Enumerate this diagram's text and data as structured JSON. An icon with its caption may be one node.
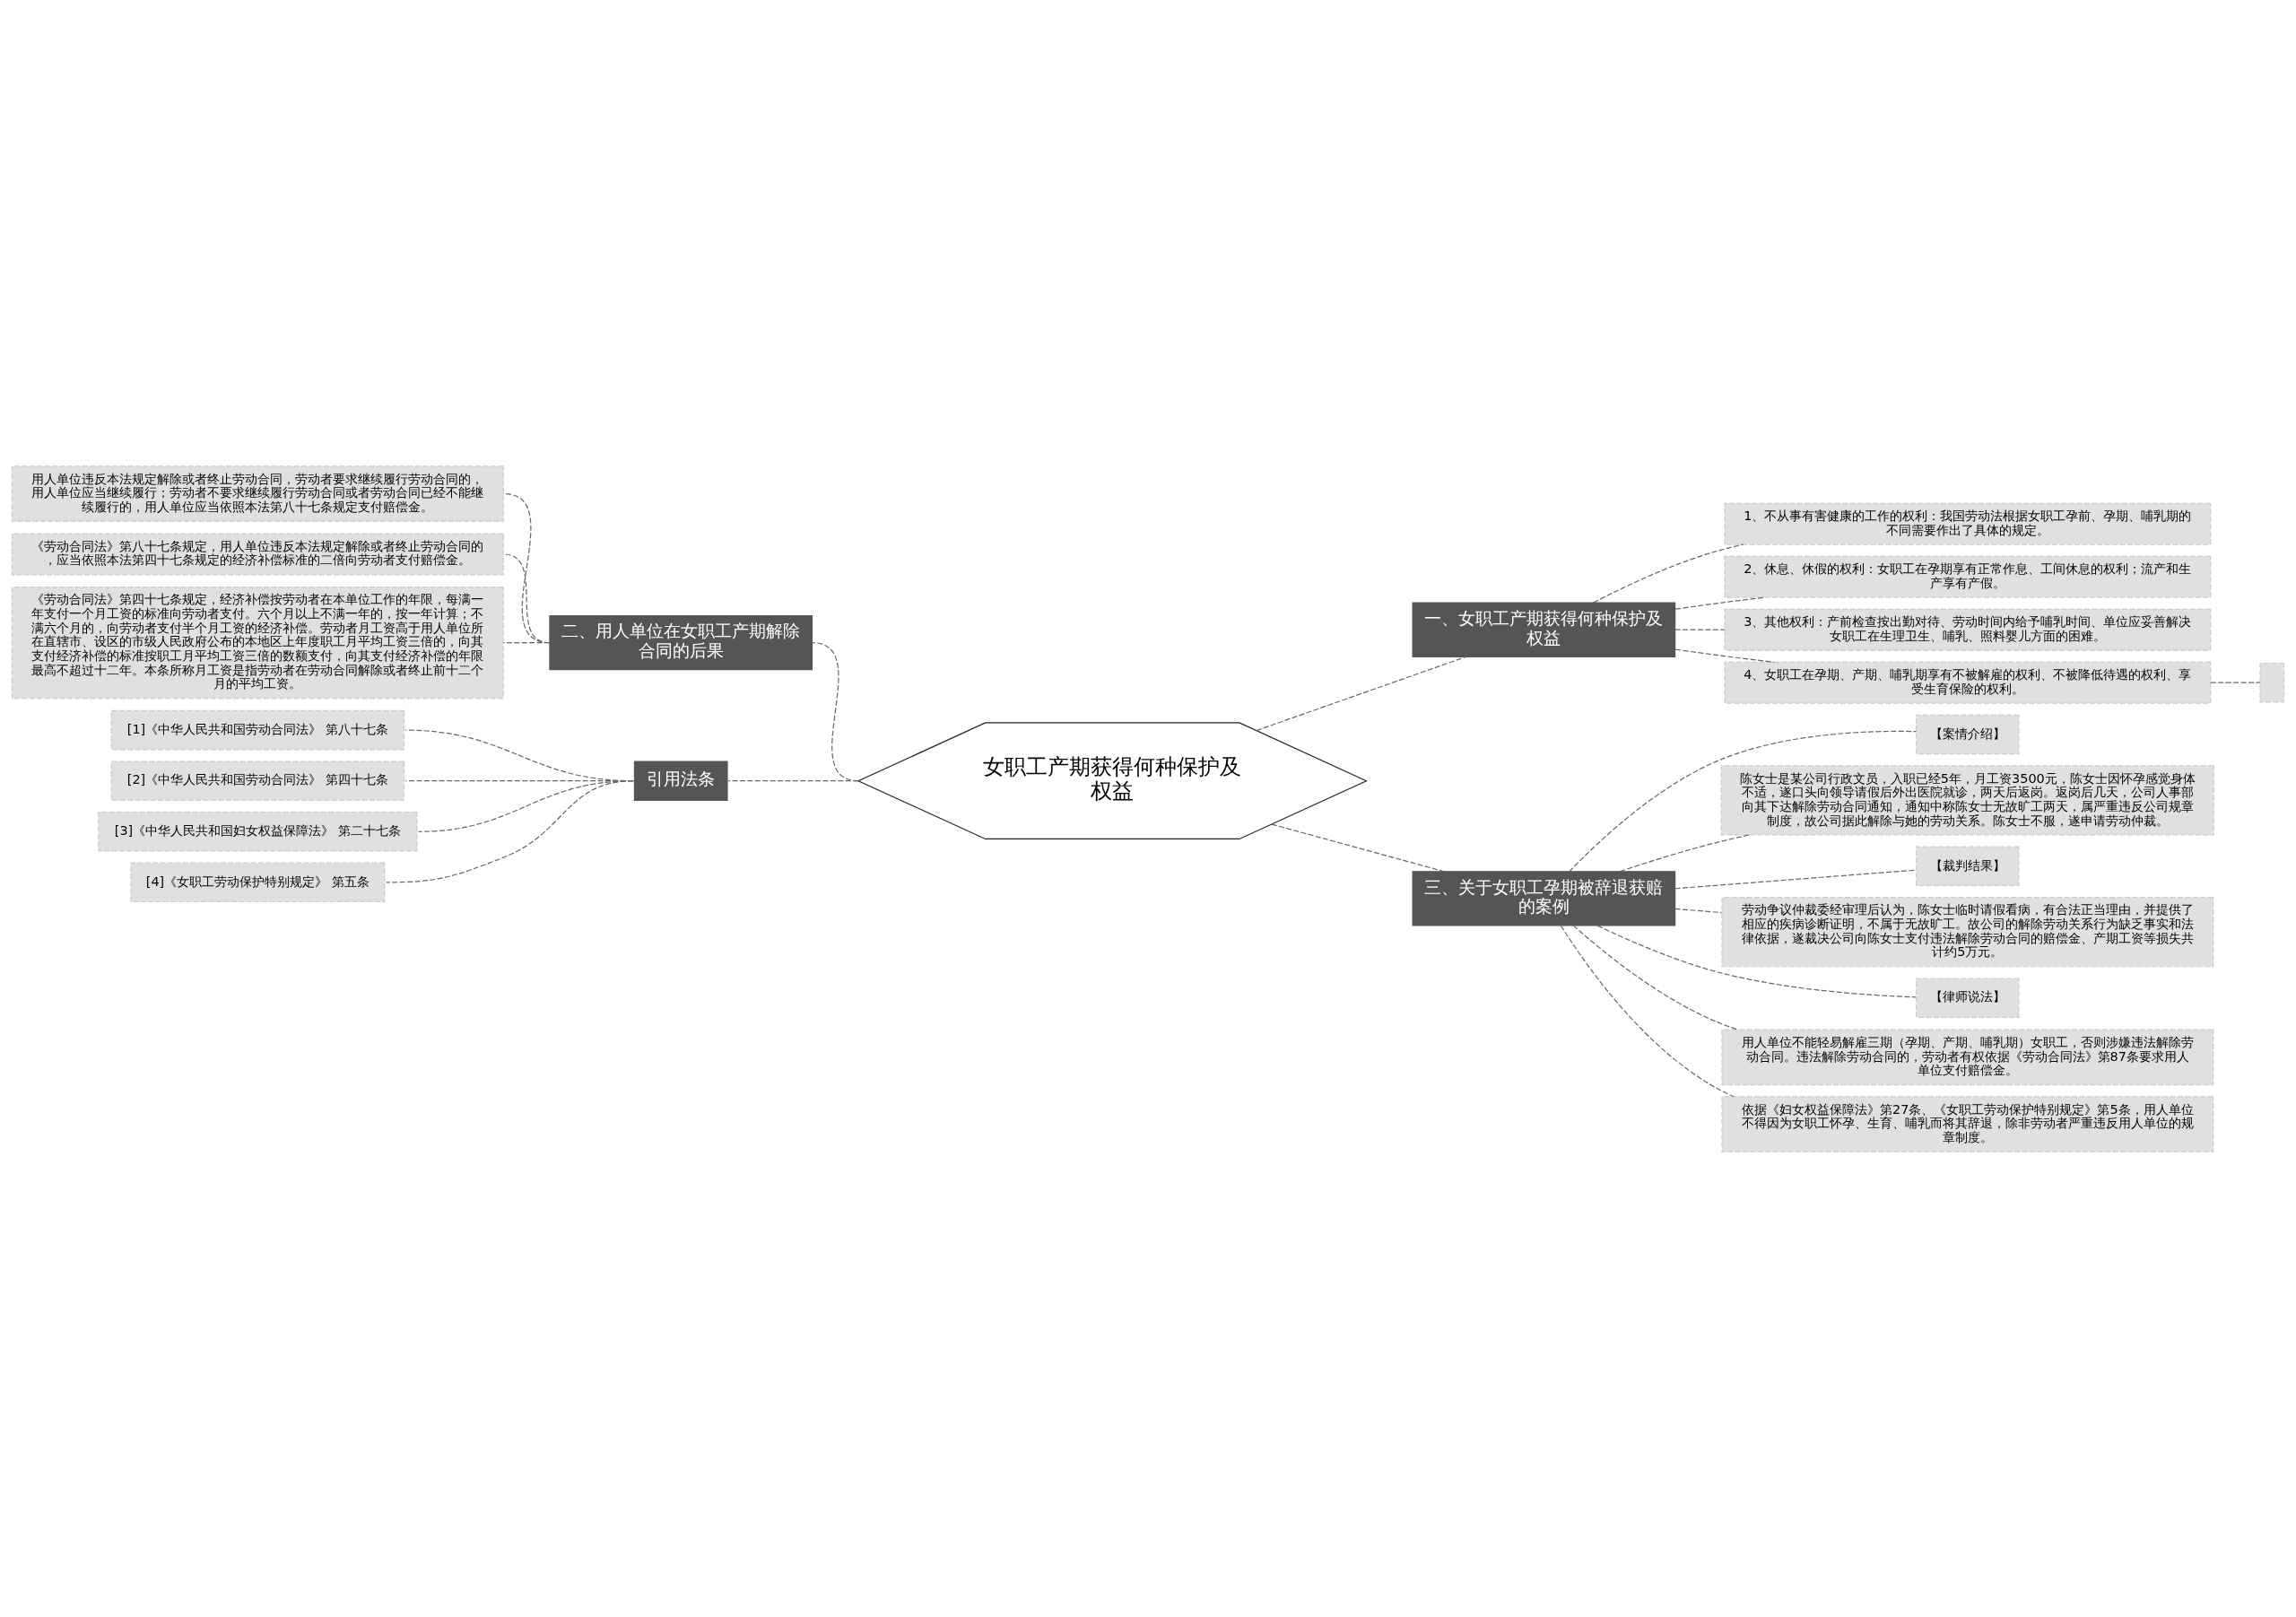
{
  "diagram": {
    "nodes": [
      {
        "text": [
          "女职工产期获得何种保护及权益"
        ]
      },
      {
        "text": [
          "二、用人单位在女职工产期解除合同的后果"
        ]
      },
      {
        "text": [
          "用人单位违反本法规定解除或者终止劳动合同，劳动者要求继续履行劳动合同的，用人单位应当继续履行；劳动者不要求继续履行劳动合同或者劳动合同已经不能继续履行的，用人单位应当依照本法第八十七条规定支付赔偿金。"
        ]
      },
      {
        "text": [
          "《劳动合同法》第八十七条规定，用人单位违反本法规定解除或者终止劳动合同的，应当依照本法第四十七条规定的经济补偿标准的二倍向劳动者支付赔偿金。"
        ]
      },
      {
        "text": [
          "《劳动合同法》第四十七条规定，经济补偿按劳动者在本单位工作的年限，每满一年支付一个月工资的标准向劳动者支付。六个月以上不满一年的，按一年计算；不满六个月的，向劳动者支付半个月工资的经济补偿。劳动者月工资高于用人单位所在直辖市、设区的市级人民政府公布的本地区上年度职工月平均工资三倍的，向其支付经济补偿的标准按职工月平均工资三倍的数额支付，向其支付经济补偿的年限最高不超过十二年。本条所称月工资是指劳动者在劳动合同解除或者终止前十二个月的平均工资。"
        ]
      },
      {
        "text": [
          "引用法条"
        ]
      },
      {
        "text": [
          "[1]《中华人民共和国劳动合同法》 第八十七条"
        ]
      },
      {
        "text": [
          "[2]《中华人民共和国劳动合同法》 第四十七条"
        ]
      },
      {
        "text": [
          "[3]《中华人民共和国妇女权益保障法》 第二十七条"
        ]
      },
      {
        "text": [
          "[4]《女职工劳动保护特别规定》 第五条"
        ]
      },
      {
        "text": [
          "一、女职工产期获得何种保护及权益"
        ]
      },
      {
        "text": [
          "1、不从事有害健康的工作的权利：我国劳动法根据女职工孕前、孕期、哺乳期的不同需要作出了具体的规定。"
        ]
      },
      {
        "text": [
          "2、休息、休假的权利：女职工在孕期享有正常作息、工间休息的权利；流产和生产享有产假。"
        ]
      },
      {
        "text": [
          "3、其他权利：产前检查按出勤对待、劳动时间内给予哺乳时间、单位应妥善解决女职工在生理卫生、哺乳、照料婴儿方面的困难。"
        ]
      },
      {
        "text": [
          "4、女职工在孕期、产期、哺乳期享有不被解雇的权利、不被降低待遇的权利、享受生育保险的权利。"
        ]
      },
      {
        "text": [],
        "shape": "box"
      },
      {
        "text": [
          "三、关于女职工孕期被辞退获赔的案例"
        ]
      },
      {
        "text": [
          "【案情介绍】"
        ]
      },
      {
        "text": [
          "陈女士是某公司行政文员，入职已经5年，月工资3500元，陈女士因怀孕感觉身体不适，遂口头向领导请假后外出医院就诊，两天后返岗。返岗后几天，公司人事部向其下达解除劳动合同通知，通知中称陈女士无故旷工两天，属严重违反公司规章制度，故公司据此解除与她的劳动关系。陈女士不服，遂申请劳动仲裁。"
        ]
      },
      {
        "text": [
          "【裁判结果】"
        ]
      },
      {
        "text": [
          "劳动争议仲裁委经审理后认为，陈女士临时请假看病，有合法正当理由，并提供了相应的疾病诊断证明，不属于无故旷工。故公司的解除劳动关系行为缺乏事实和法律依据，遂裁决公司向陈女士支付违法解除劳动合同的赔偿金、产期工资等损失共计约5万元。"
        ]
      },
      {
        "text": [
          "【律师说法】"
        ]
      },
      {
        "text": [
          "用人单位不能轻易解雇三期（孕期、产期、哺乳期）女职工，否则涉嫌违法解除劳动合同。违法解除劳动合同的，劳动者有权依据《劳动合同法》第87条要求用人单位支付赔偿金。"
        ]
      },
      {
        "text": [
          "依据《妇女权益保障法》第27条、《女职工劳动保护特别规定》第5条，用人单位不得因为女职工怀孕、生育、哺乳而将其辞退，除非劳动者严重违反用人单位的规章制度。"
        ]
      }
    ],
    "edges": [
      {
        "from": 0,
        "to": 1,
        "arrow": "none",
        "style": "dashed"
      },
      {
        "from": 1,
        "to": 2,
        "arrow": "none",
        "style": "dashed"
      },
      {
        "from": 1,
        "to": 3,
        "arrow": "none",
        "style": "dashed"
      },
      {
        "from": 1,
        "to": 4,
        "arrow": "none",
        "style": "dashed"
      },
      {
        "from": 0,
        "to": 5,
        "arrow": "none",
        "style": "dashed"
      },
      {
        "from": 5,
        "to": 6,
        "arrow": "none",
        "style": "dashed"
      },
      {
        "from": 5,
        "to": 7,
        "arrow": "none",
        "style": "dashed"
      },
      {
        "from": 5,
        "to": 8,
        "arrow": "none",
        "style": "dashed"
      },
      {
        "from": 5,
        "to": 9,
        "arrow": "none",
        "style": "dashed"
      },
      {
        "from": 0,
        "to": 10,
        "arrow": "none",
        "style": "dashed"
      },
      {
        "from": 10,
        "to": 11,
        "arrow": "none",
        "style": "dashed"
      },
      {
        "from": 10,
        "to": 12,
        "arrow": "none",
        "style": "dashed"
      },
      {
        "from": 10,
        "to": 13,
        "arrow": "none",
        "style": "dashed"
      },
      {
        "from": 10,
        "to": 14,
        "arrow": "none",
        "style": "dashed"
      },
      {
        "from": 14,
        "to": 15,
        "arrow": "none",
        "style": "dashed"
      },
      {
        "from": 0,
        "to": 16,
        "arrow": "none",
        "style": "dashed"
      },
      {
        "from": 16,
        "to": 17,
        "arrow": "none",
        "style": "dashed"
      },
      {
        "from": 16,
        "to": 18,
        "arrow": "none",
        "style": "dashed"
      },
      {
        "from": 16,
        "to": 19,
        "arrow": "none",
        "style": "dashed"
      },
      {
        "from": 16,
        "to": 20,
        "arrow": "none",
        "style": "dashed"
      },
      {
        "from": 16,
        "to": 21,
        "arrow": "none",
        "style": "dashed"
      },
      {
        "from": 16,
        "to": 22,
        "arrow": "none",
        "style": "dashed"
      },
      {
        "from": 16,
        "to": 23,
        "arrow": "none",
        "style": "dashed"
      }
    ]
  }
}
